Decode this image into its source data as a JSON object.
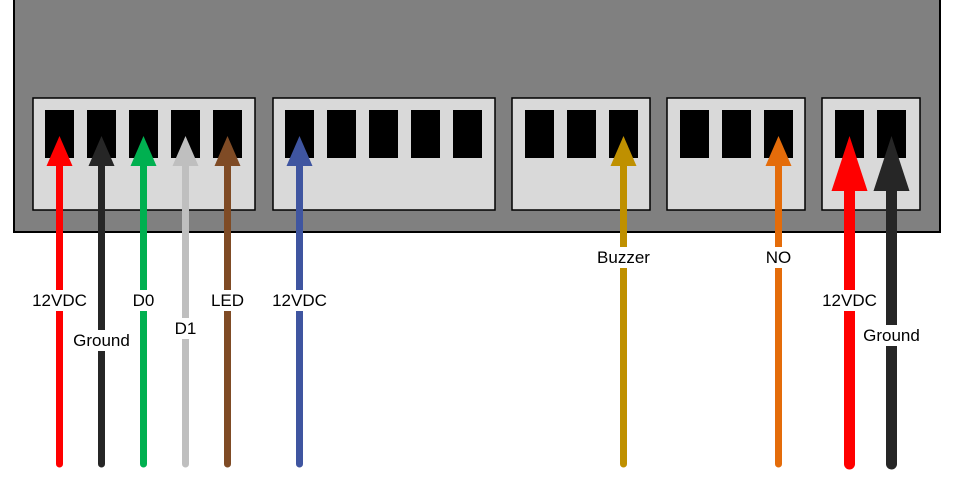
{
  "colors": {
    "panel": "#808080",
    "block": "#d9d9d9",
    "terminal": "#000000",
    "outline": "#000000"
  },
  "blocks": [
    {
      "terminals": 5
    },
    {
      "terminals": 5
    },
    {
      "terminals": 3
    },
    {
      "terminals": 3
    },
    {
      "terminals": 2
    }
  ],
  "wires": [
    {
      "label": "12VDC",
      "color": "#ff0000",
      "block": 0,
      "terminal": 0
    },
    {
      "label": "Ground",
      "color": "#262626",
      "block": 0,
      "terminal": 1
    },
    {
      "label": "D0",
      "color": "#00b050",
      "block": 0,
      "terminal": 2
    },
    {
      "label": "D1",
      "color": "#bfbfbf",
      "block": 0,
      "terminal": 3
    },
    {
      "label": "LED",
      "color": "#7f4b25",
      "block": 0,
      "terminal": 4
    },
    {
      "label": "12VDC",
      "color": "#3f55a0",
      "block": 1,
      "terminal": 0
    },
    {
      "label": "Buzzer",
      "color": "#bf9000",
      "block": 2,
      "terminal": 2
    },
    {
      "label": "NO",
      "color": "#e46c0a",
      "block": 3,
      "terminal": 2
    },
    {
      "label": "12VDC",
      "color": "#ff0000",
      "block": 4,
      "terminal": 0
    },
    {
      "label": "Ground",
      "color": "#262626",
      "block": 4,
      "terminal": 1
    }
  ]
}
